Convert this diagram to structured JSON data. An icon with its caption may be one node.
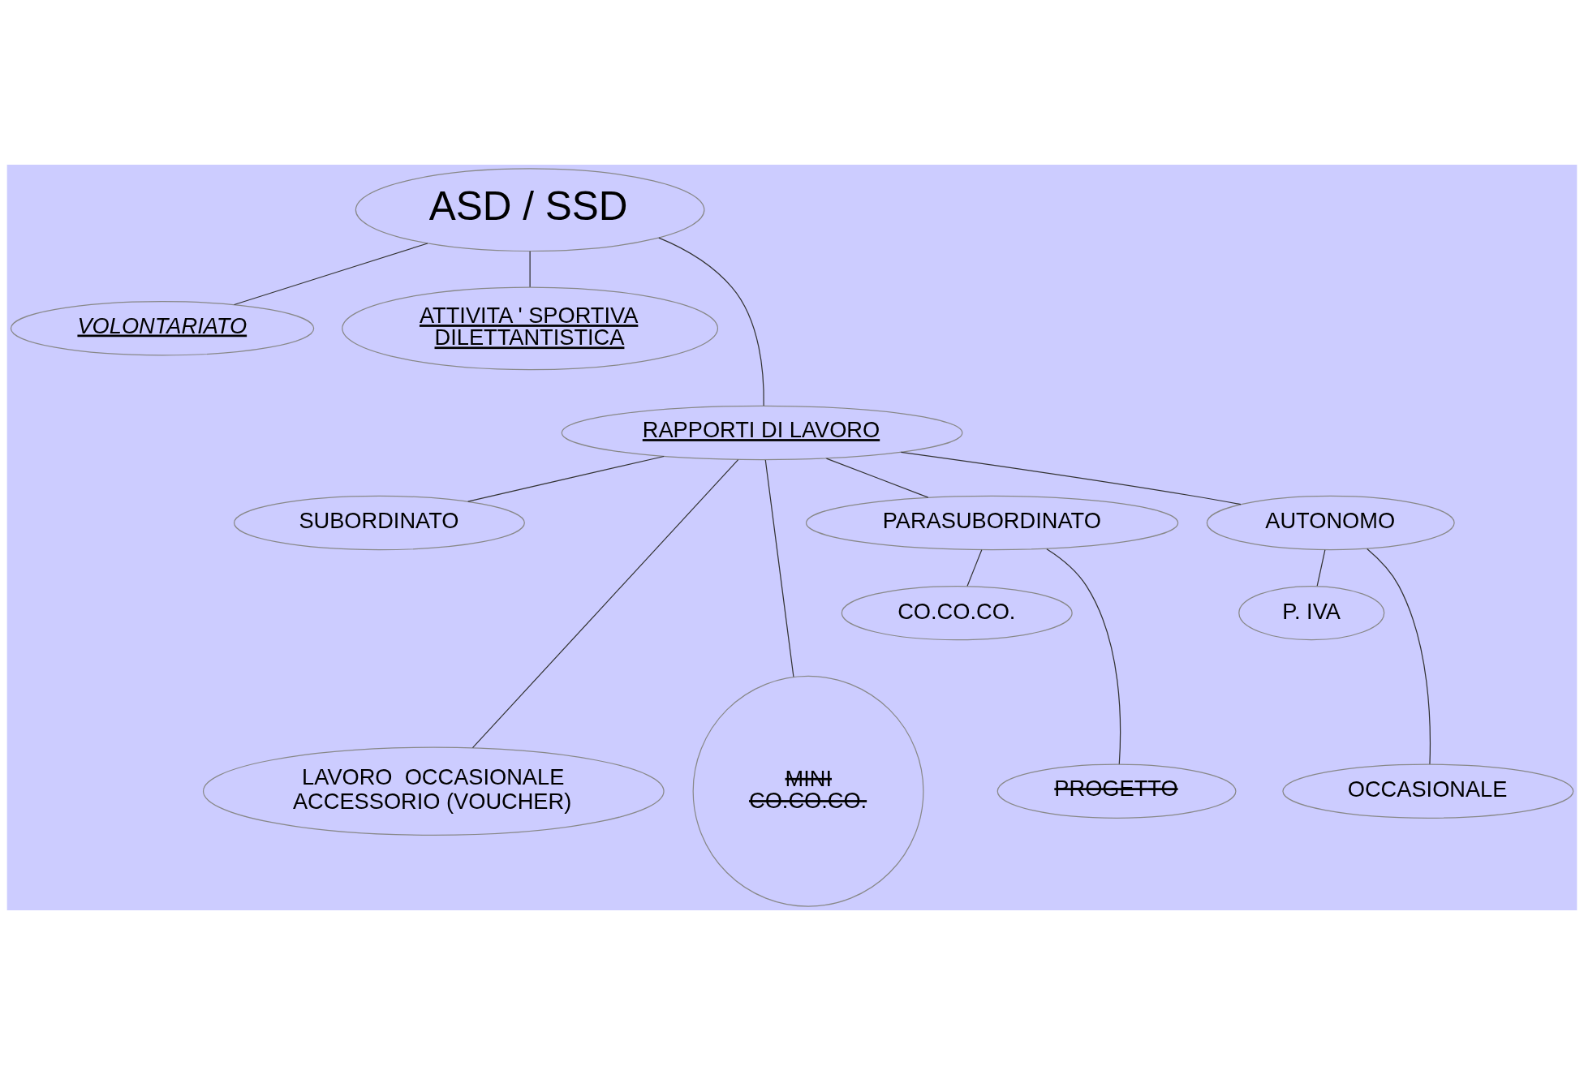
{
  "diagram": {
    "nodes": [
      {
        "text": [
          "ASD / SSD"
        ]
      },
      {
        "text": [
          "VOLONTARIATO"
        ]
      },
      {
        "text": [
          "ATTIVITA ' SPORTIVA DILETTANTISTICA"
        ]
      },
      {
        "text": [
          "RAPPORTI DI LAVORO"
        ]
      },
      {
        "text": [
          "SUBORDINATO"
        ]
      },
      {
        "text": [
          "PARASUBORDINATO"
        ]
      },
      {
        "text": [
          "AUTONOMO"
        ]
      },
      {
        "text": [
          "CO.CO.CO."
        ]
      },
      {
        "text": [
          "P. IVA"
        ]
      },
      {
        "text": [
          "LAVORO  OCCASIONALE ACCESSORIO (VOUCHER)"
        ]
      },
      {
        "text": [
          "MINI CO.CO.CO."
        ]
      },
      {
        "text": [
          "PROGETTO"
        ]
      },
      {
        "text": [
          "OCCASIONALE"
        ]
      }
    ],
    "edges": [
      {
        "from": 0,
        "to": 1,
        "arrow": "none"
      },
      {
        "from": 0,
        "to": 2,
        "arrow": "none"
      },
      {
        "from": 0,
        "to": 3,
        "arrow": "none"
      },
      {
        "from": 3,
        "to": 4,
        "arrow": "none"
      },
      {
        "from": 3,
        "to": 9,
        "arrow": "none"
      },
      {
        "from": 3,
        "to": 10,
        "arrow": "none"
      },
      {
        "from": 3,
        "to": 5,
        "arrow": "none"
      },
      {
        "from": 3,
        "to": 6,
        "arrow": "none"
      },
      {
        "from": 5,
        "to": 7,
        "arrow": "none"
      },
      {
        "from": 5,
        "to": 11,
        "arrow": "none"
      },
      {
        "from": 6,
        "to": 8,
        "arrow": "none"
      },
      {
        "from": 6,
        "to": 12,
        "arrow": "none"
      }
    ]
  }
}
